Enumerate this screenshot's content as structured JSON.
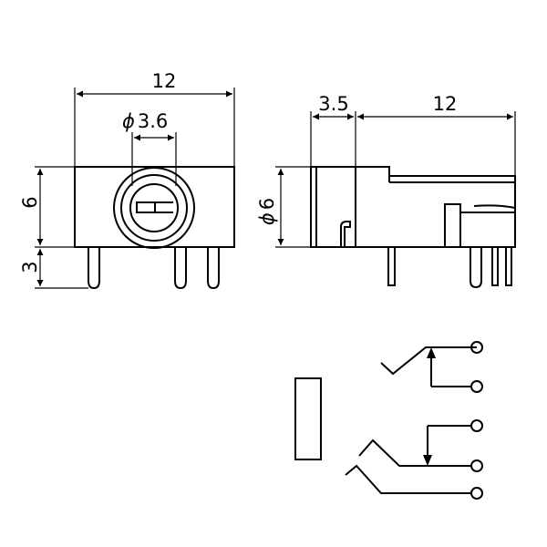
{
  "front_view": {
    "width_label": "12",
    "bore_label": "3.6",
    "bore_symbol": "ϕ",
    "height_label": "6",
    "pin_label": "3"
  },
  "side_view": {
    "flange_label": "3.5",
    "length_label": "12",
    "diameter_label": "6",
    "diameter_symbol": "ϕ"
  },
  "schematic": {}
}
